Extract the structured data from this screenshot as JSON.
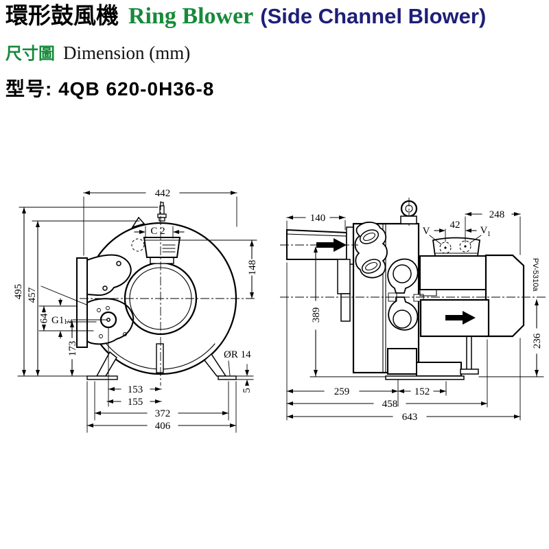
{
  "header": {
    "title_zh": "環形鼓風機",
    "title_en": "Ring Blower",
    "title_paren": "(Side Channel Blower)",
    "subtitle_zh": "尺寸圖",
    "subtitle_en": "Dimension (mm)",
    "model_label": "型号:",
    "model_value": "4QB 620-0H36-8"
  },
  "colors": {
    "green": "#168a3a",
    "navy": "#1e1f78",
    "ink": "#000000"
  },
  "front_view": {
    "overall_width": "442",
    "overall_height": "495",
    "flange_height": "457",
    "box_to_center": "148",
    "cable_entry": "C 2",
    "port_offset": "64",
    "port_thread": "G1",
    "port_thread_frac": "1/4",
    "port_to_base": "173",
    "port_to_center": "153",
    "flange_to_center": "155",
    "foot_bolt_span": "372",
    "base_width": "406",
    "foot_slot": "ØR 14",
    "foot_thickness": "5"
  },
  "side_view": {
    "inlet_length": "140",
    "motor_span": "248",
    "gland_spacing": "42",
    "gland_v": "V",
    "gland_v1": "V",
    "gland_v1_sub": "1",
    "center_height": "389",
    "center_to_base": "236",
    "front_to_foot": "259",
    "foot_span": "152",
    "body_length": "458",
    "overall_length": "643",
    "part_number": "PV-5310a"
  }
}
